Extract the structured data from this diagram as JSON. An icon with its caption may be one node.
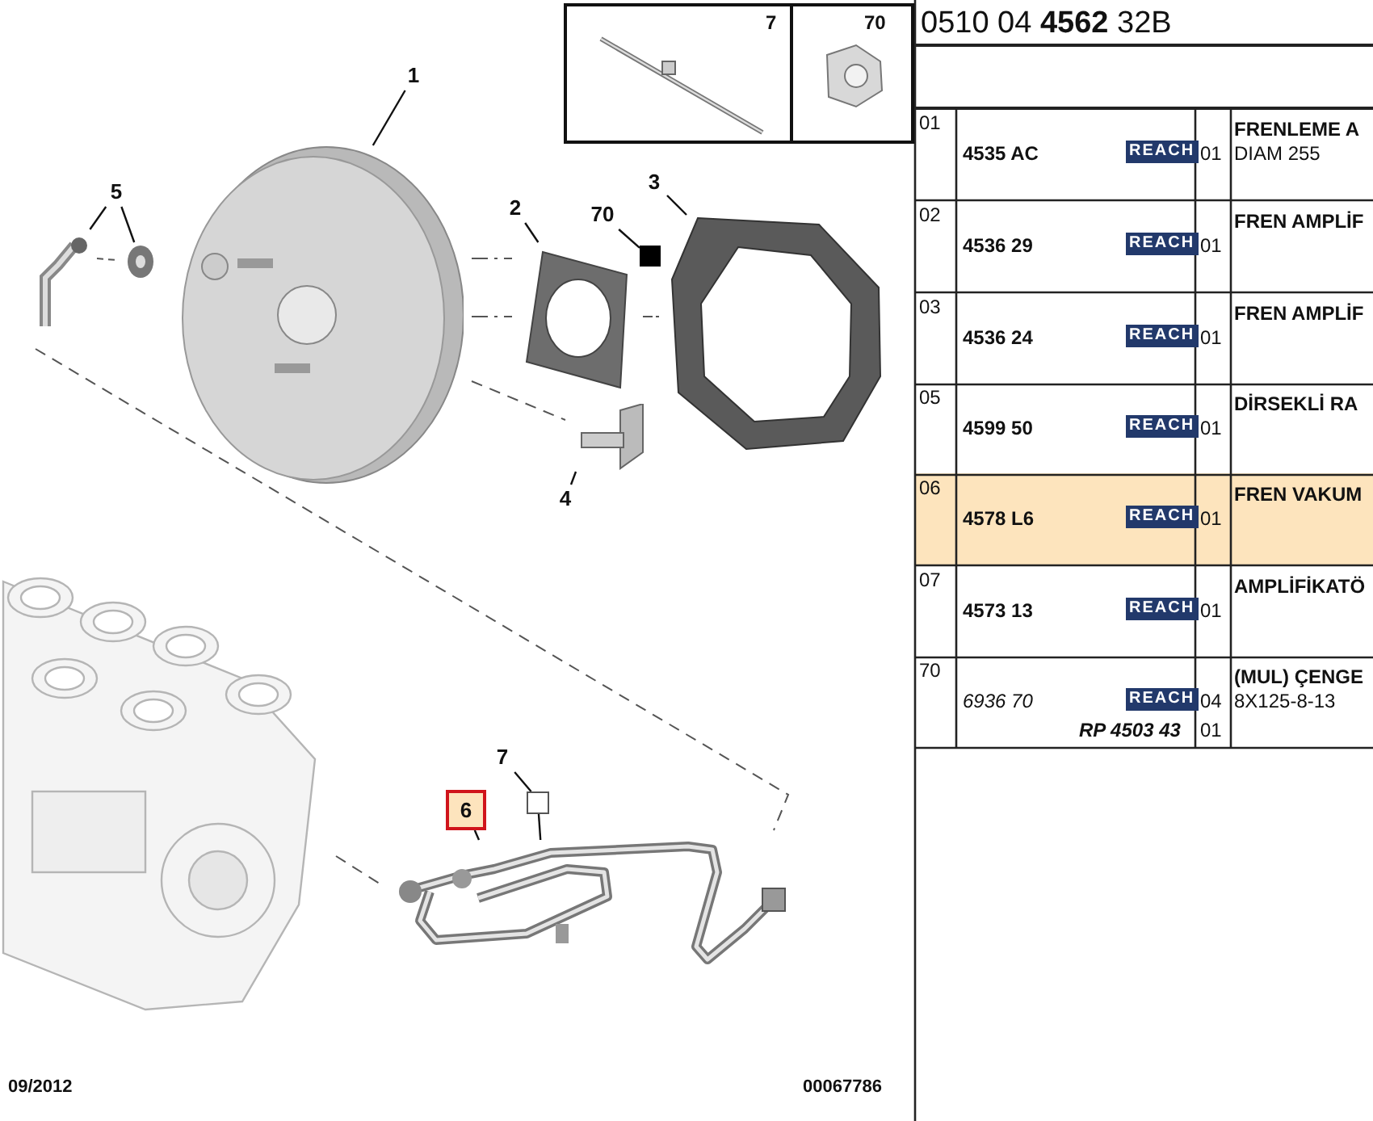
{
  "diagram": {
    "nodes": [
      {
        "text": [
          "1"
        ]
      },
      {
        "text": [],
        "shape": "picture"
      },
      {
        "text": [
          "5"
        ]
      },
      {
        "text": [],
        "shape": "picture"
      },
      {
        "text": [],
        "shape": "picture"
      },
      {
        "text": [
          "2"
        ]
      },
      {
        "text": [],
        "shape": "picture"
      },
      {
        "text": [
          "70"
        ]
      },
      {
        "text": [],
        "shape": "box"
      },
      {
        "text": [
          "3"
        ]
      },
      {
        "text": [],
        "shape": "picture"
      },
      {
        "text": [
          "4"
        ]
      },
      {
        "text": [],
        "shape": "picture"
      },
      {
        "text": [
          "7"
        ]
      },
      {
        "text": [],
        "shape": "box"
      },
      {
        "text": [
          "6"
        ]
      },
      {
        "text": [],
        "shape": "picture"
      }
    ],
    "edges": [
      {
        "from": 0,
        "to": 1,
        "arrow": "none"
      },
      {
        "from": 2,
        "to": 3,
        "arrow": "none"
      },
      {
        "from": 2,
        "to": 4,
        "arrow": "none"
      },
      {
        "from": 5,
        "to": 6,
        "arrow": "none"
      },
      {
        "from": 7,
        "to": 8,
        "arrow": "none"
      },
      {
        "from": 9,
        "to": 10,
        "arrow": "none"
      },
      {
        "from": 11,
        "to": 12,
        "arrow": "none"
      },
      {
        "from": 13,
        "to": 14,
        "arrow": "none"
      },
      {
        "from": 14,
        "to": 16,
        "arrow": "none"
      },
      {
        "from": 15,
        "to": 16,
        "arrow": "none"
      }
    ],
    "labels": [
      "7",
      "70",
      "0510 04 **4562** 32B",
      "01",
      "4535 AC",
      "REACH",
      "01",
      "FRENLEME A",
      "DIAM 255",
      "02",
      "4536 29",
      "REACH",
      "01",
      "FREN AMPLİF",
      "03",
      "4536 24",
      "REACH",
      "01",
      "FREN AMPLİF",
      "05",
      "4599 50",
      "REACH",
      "01",
      "DİRSEKLİ RA",
      "06",
      "4578 L6",
      "REACH",
      "01",
      "FREN VAKUM",
      "07",
      "4573 13",
      "REACH",
      "01",
      "AMPLİFİKATÖ",
      "70",
      "6936 70",
      "REACH",
      "04",
      "(MUL) ÇENGE",
      "8X125-8-13",
      "RP 4503 43",
      "01",
      "09/2012",
      "00067786"
    ]
  }
}
